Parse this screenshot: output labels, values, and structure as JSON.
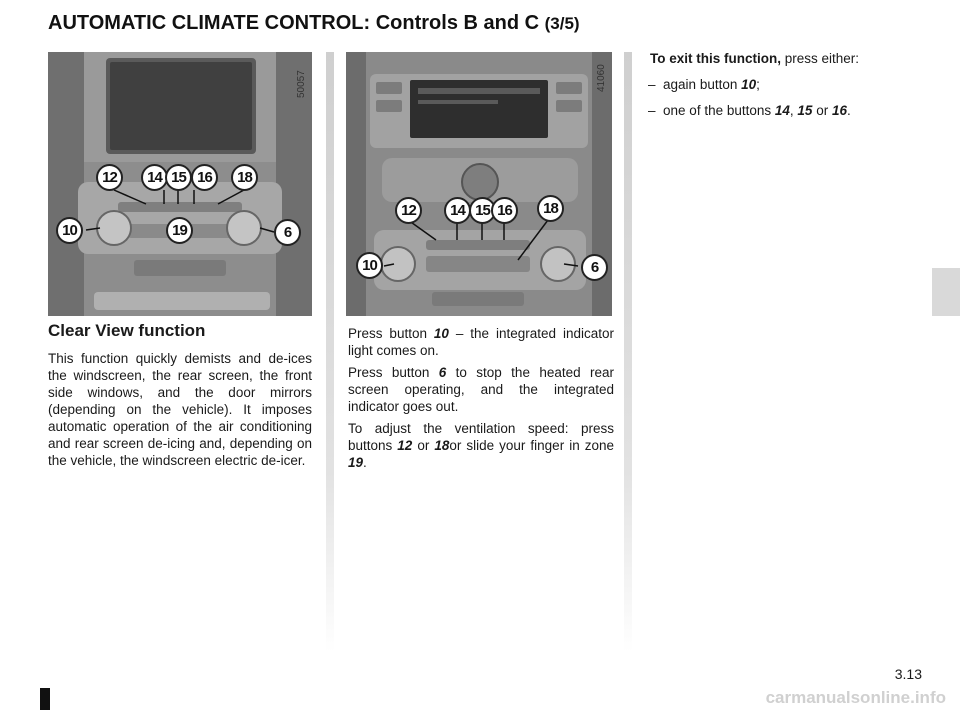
{
  "header": {
    "title": "AUTOMATIC CLIMATE CONTROL: Controls B and C",
    "part": "(3/5)"
  },
  "figure_left": {
    "ref": "50057",
    "callouts": {
      "n12": "12",
      "n14": "14",
      "n15": "15",
      "n16": "16",
      "n18": "18",
      "n10": "10",
      "n19": "19",
      "n6": "6"
    }
  },
  "figure_right": {
    "ref": "41060",
    "callouts": {
      "n12": "12",
      "n14": "14",
      "n15": "15",
      "n16": "16",
      "n18": "18",
      "n10": "10",
      "n6": "6"
    }
  },
  "left_col": {
    "heading": "Clear View function",
    "body": "This function quickly demists and de-ices the windscreen, the rear screen, the front side windows, and the door mirrors (depending on the vehicle). It imposes automatic operation of the air conditioning and rear screen de-icing and, depending on the vehicle, the windscreen electric de-icer."
  },
  "mid_col": {
    "p1": {
      "a": "Press button ",
      "b": "10",
      "c": " – the integrated indicator light comes on."
    },
    "p2": {
      "a": "Press button ",
      "b": "6",
      "c": " to stop the heated rear screen operating, and the integrated indicator goes out."
    },
    "p3": {
      "a": "To adjust the ventilation speed: press buttons ",
      "b": "12",
      "c": " or ",
      "d": "18",
      "e": "or slide your finger in zone ",
      "f": "19",
      "g": "."
    }
  },
  "right_col": {
    "intro_bold": "To exit this function,",
    "intro_rest": " press either:",
    "item1": {
      "dash": "–",
      "a": "again button ",
      "b": "10",
      "c": ";"
    },
    "item2": {
      "dash": "–",
      "a": "one of the buttons ",
      "b": "14",
      "c": ", ",
      "d": "15",
      "e": " or ",
      "f": "16",
      "g": "."
    }
  },
  "footer": {
    "page": "3.13",
    "site": "carmanualsonline.info"
  }
}
